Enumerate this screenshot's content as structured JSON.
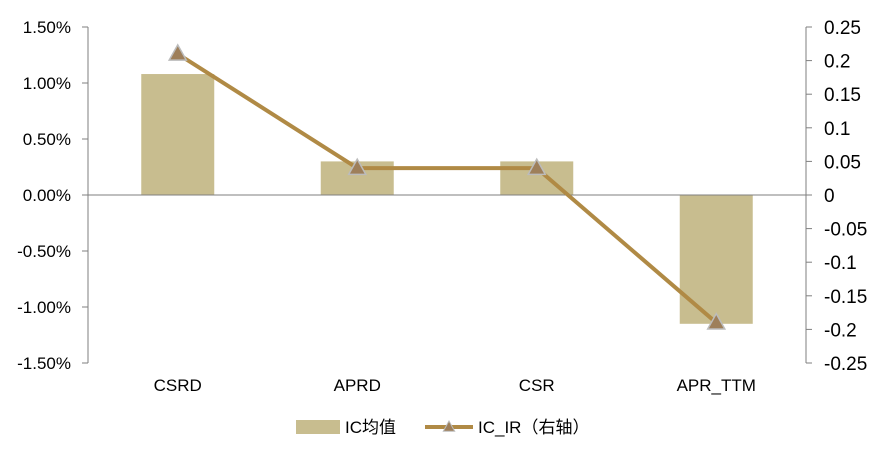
{
  "chart_data": {
    "type": "bar+line",
    "categories": [
      "CSRD",
      "APRD",
      "CSR",
      "APR_TTM"
    ],
    "series": [
      {
        "name": "IC均值",
        "kind": "bar",
        "axis": "left",
        "values": [
          1.08,
          0.3,
          0.3,
          -1.15
        ],
        "color": "#c8bd8f"
      },
      {
        "name": "IC_IR（右轴）",
        "kind": "line",
        "axis": "right",
        "values": [
          0.21,
          0.04,
          0.04,
          -0.19
        ],
        "color": "#b08a45",
        "marker_color": "#9e7f5a"
      }
    ],
    "left_axis": {
      "ylim": [
        -1.5,
        1.5
      ],
      "ticks": [
        "1.50%",
        "1.00%",
        "0.50%",
        "0.00%",
        "-0.50%",
        "-1.00%",
        "-1.50%"
      ]
    },
    "right_axis": {
      "ylim": [
        -0.25,
        0.25
      ],
      "ticks": [
        "0.25",
        "0.2",
        "0.15",
        "0.1",
        "0.05",
        "0",
        "-0.05",
        "-0.1",
        "-0.15",
        "-0.2",
        "-0.25"
      ]
    },
    "grid": false,
    "legend_position": "bottom"
  }
}
